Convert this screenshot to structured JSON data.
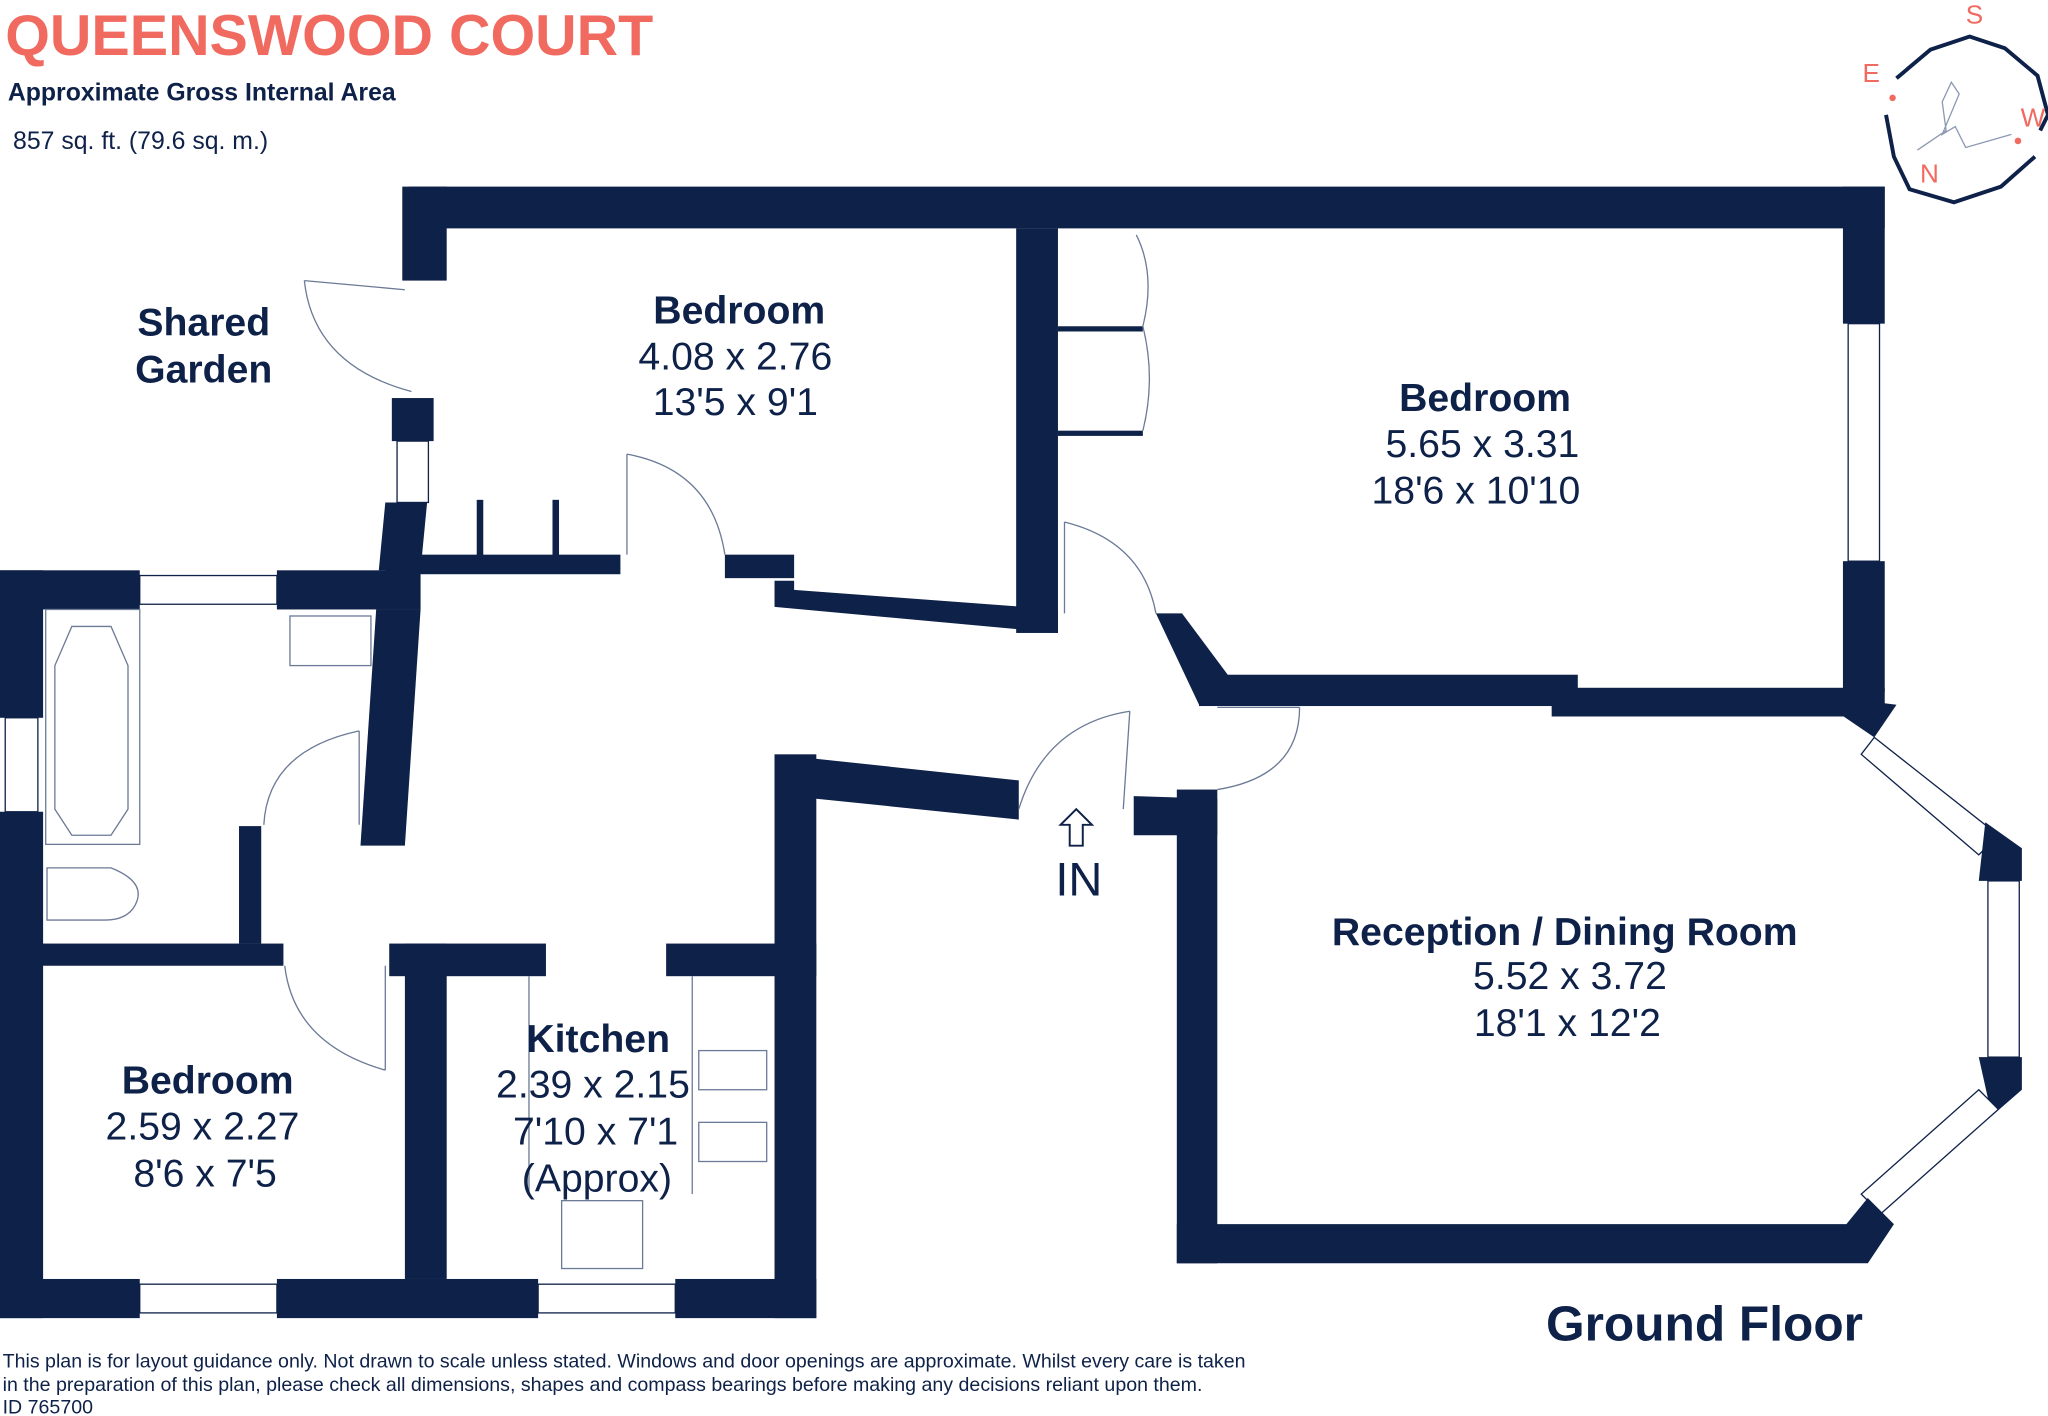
{
  "header": {
    "title": "QUEENSWOOD COURT",
    "subtitle": "Approximate Gross Internal Area",
    "area": "857 sq. ft. (79.6 sq. m.)"
  },
  "compass": {
    "s": "S",
    "e": "E",
    "w": "W",
    "n": "N"
  },
  "rooms": {
    "bedroom1": {
      "name": "Bedroom",
      "metric": "4.08 x 2.76",
      "imperial": "13'5 x 9'1"
    },
    "bedroom2": {
      "name": "Bedroom",
      "metric": "5.65 x 3.31",
      "imperial": "18'6 x 10'10"
    },
    "reception": {
      "name": "Reception / Dining Room",
      "metric": "5.52 x 3.72",
      "imperial": "18'1 x 12'2"
    },
    "bedroom3": {
      "name": "Bedroom",
      "metric": "2.59 x 2.27",
      "imperial": "8'6 x 7'5"
    },
    "kitchen": {
      "name": "Kitchen",
      "metric": "2.39 x 2.15",
      "imperial": "7'10 x 7'1",
      "note": "(Approx)"
    },
    "garden": {
      "line1": "Shared",
      "line2": "Garden"
    }
  },
  "entrance": "IN",
  "floor_label": "Ground Floor",
  "disclaimer": {
    "line1": "This plan is for layout guidance only. Not drawn to scale unless stated. Windows and door openings are approximate. Whilst every care is taken",
    "line2": "in the preparation of this plan, please check all dimensions, shapes and compass bearings before making any decisions reliant upon them.",
    "id": "ID 765700"
  },
  "colors": {
    "wall": "#0e2148",
    "title": "#f06a60"
  }
}
